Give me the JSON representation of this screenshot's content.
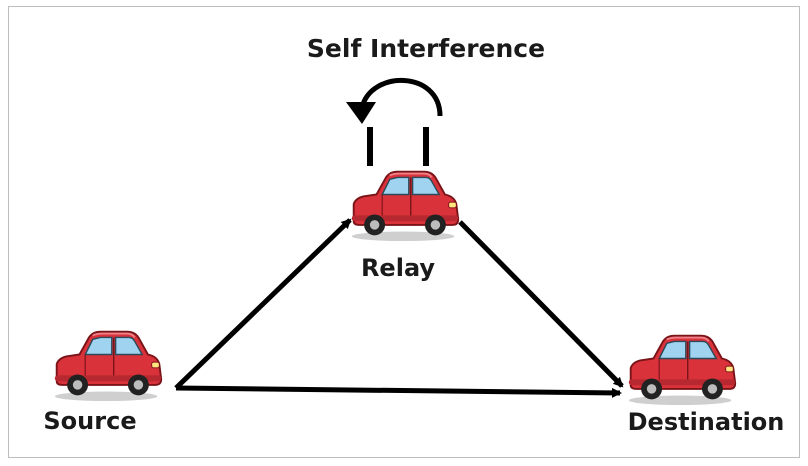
{
  "labels": {
    "self_interference": "Self Interference",
    "relay": "Relay",
    "source": "Source",
    "destination": "Destination"
  },
  "colors": {
    "car_body": "#d9323a",
    "car_window": "#9fd3f0",
    "arrow": "#000000",
    "label_text": "#1a1a1a"
  },
  "icons": {
    "vehicle": "car-icon",
    "loop": "loop-arrow-icon"
  }
}
